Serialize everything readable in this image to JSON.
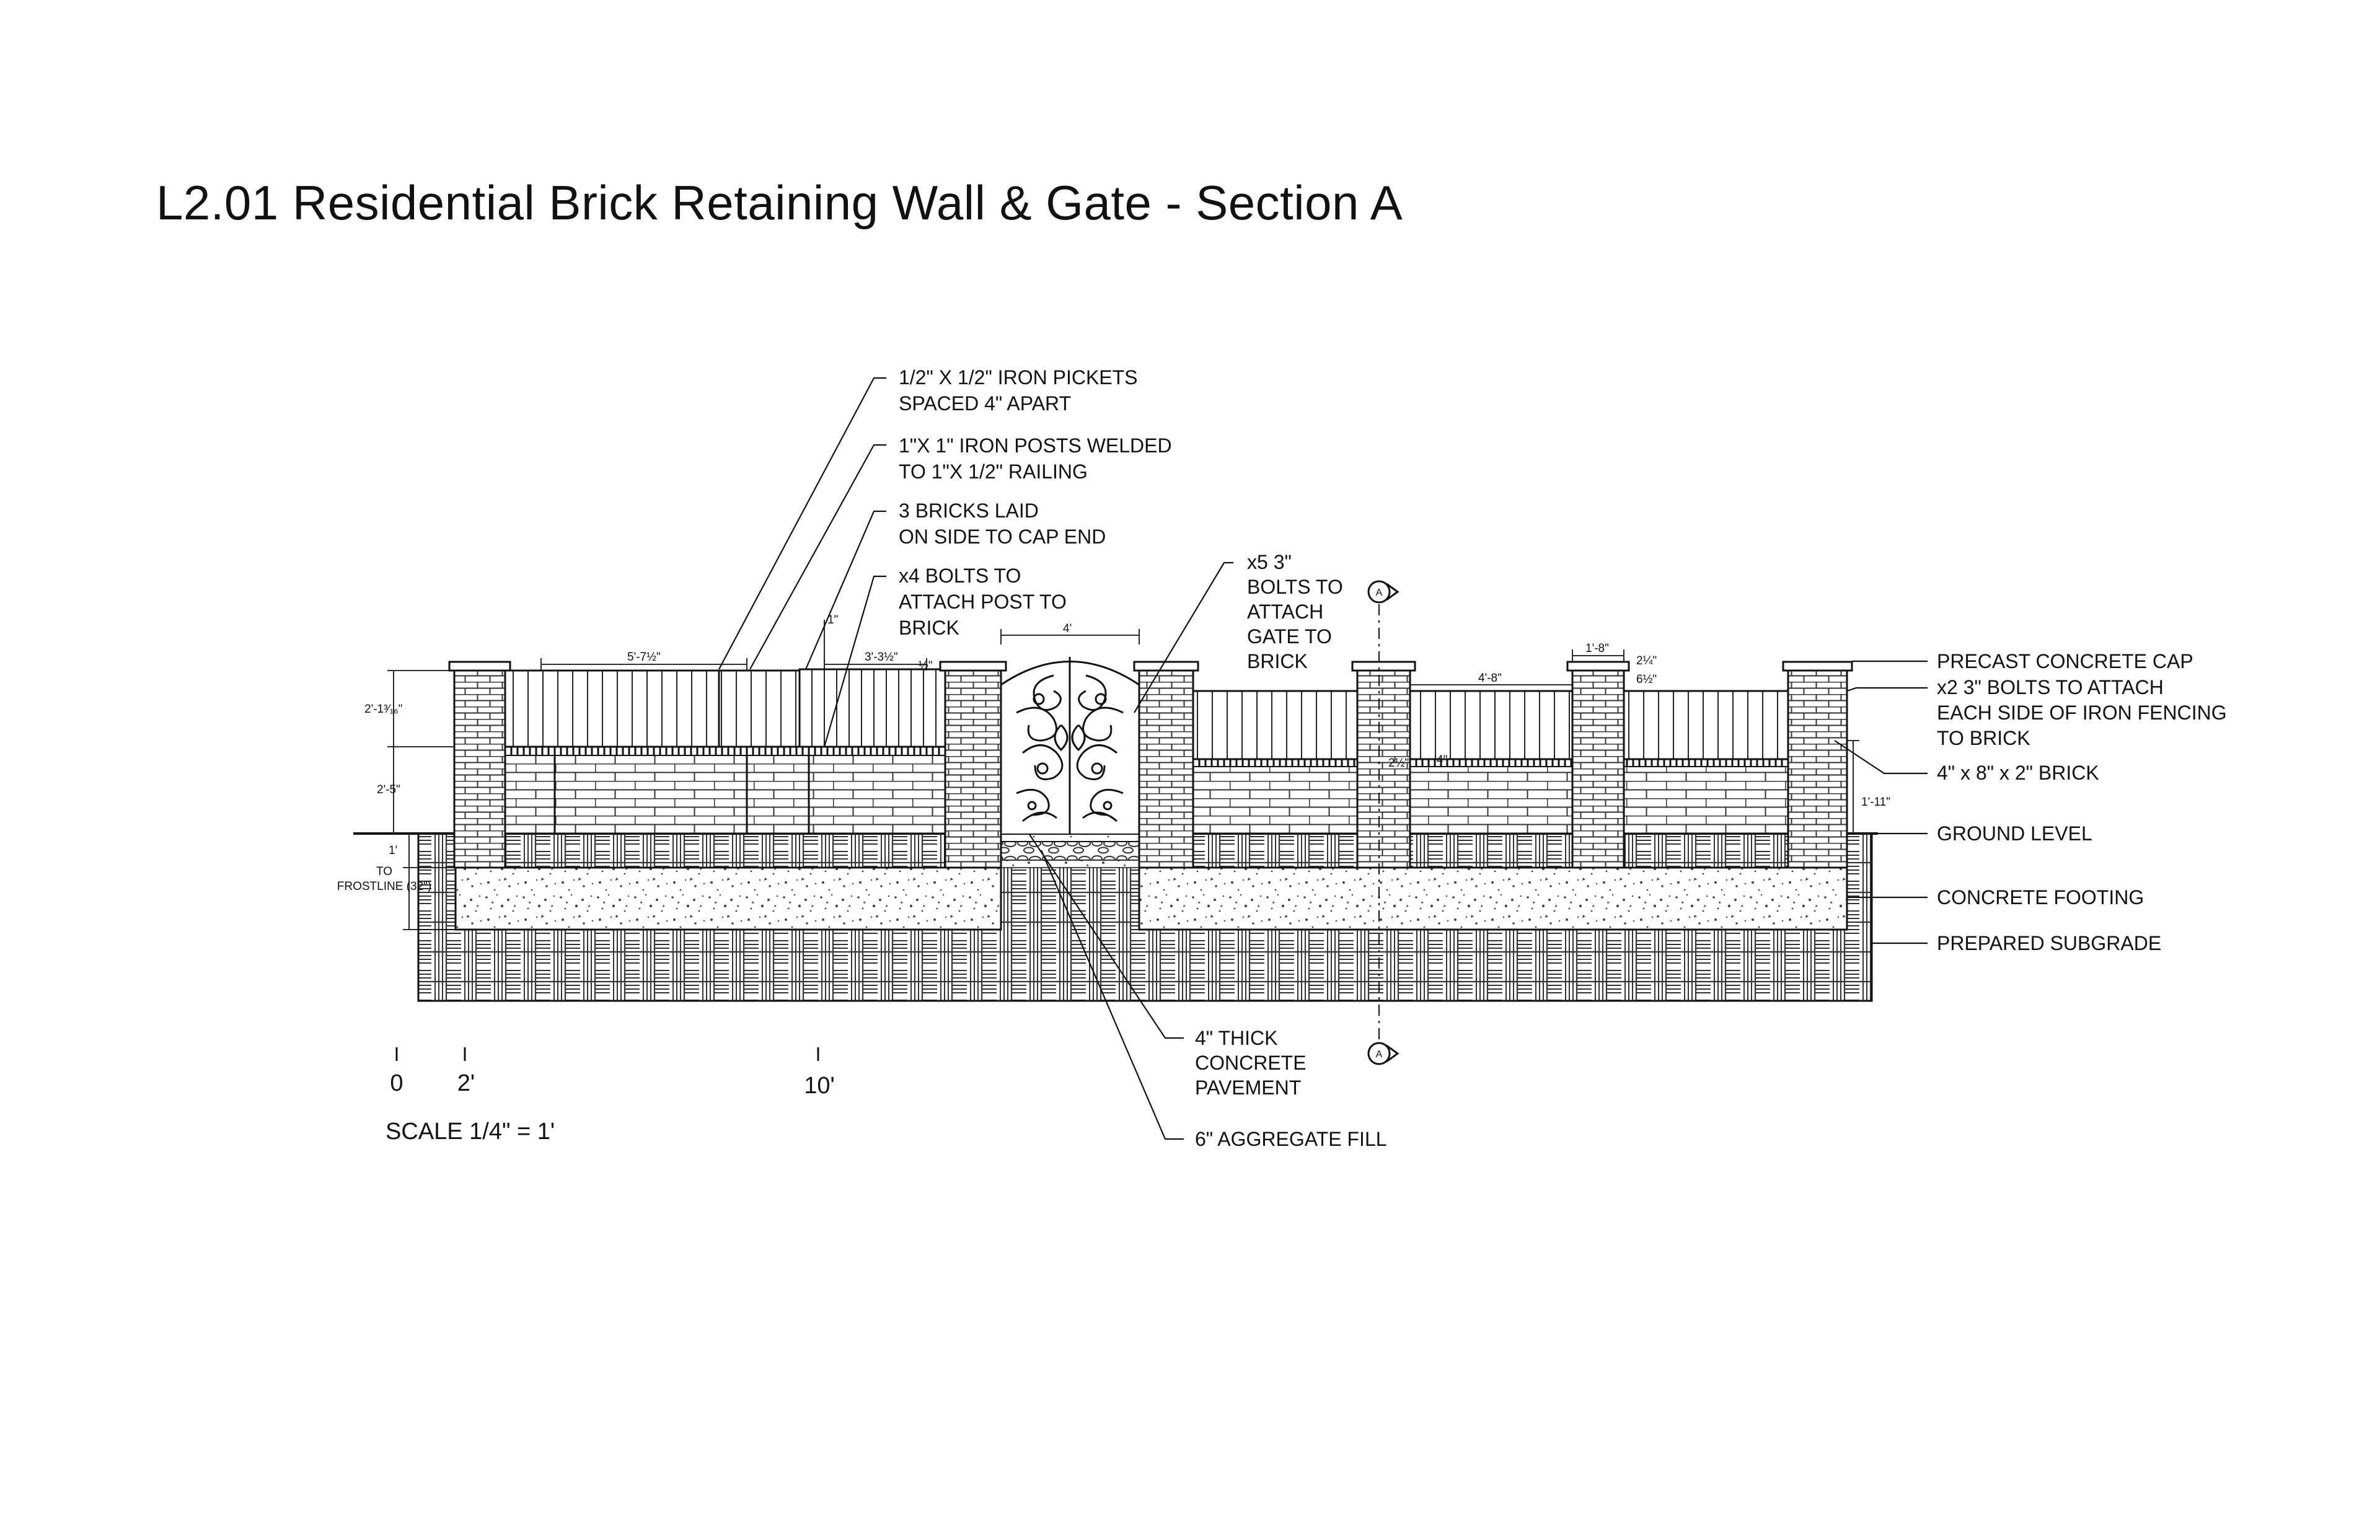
{
  "title": "L2.01 Residential Brick Retaining Wall & Gate - Section A",
  "callouts": {
    "pickets": [
      "1/2\" X 1/2\" IRON PICKETS",
      "SPACED 4\" APART"
    ],
    "posts": [
      "1\"X 1\" IRON POSTS WELDED",
      "TO 1\"X 1/2\" RAILING"
    ],
    "cap_bricks": [
      "3 BRICKS LAID",
      "ON SIDE TO CAP END"
    ],
    "post_bolts": [
      "x4 BOLTS TO",
      "ATTACH POST TO",
      "BRICK"
    ],
    "gate_bolts": [
      "x5 3\"",
      "BOLTS TO",
      "ATTACH",
      "GATE TO",
      "BRICK"
    ],
    "precast_cap": "PRECAST CONCRETE CAP",
    "fence_bolts": [
      "x2 3\" BOLTS TO ATTACH",
      "EACH SIDE OF IRON FENCING",
      "TO BRICK"
    ],
    "brick_size": "4\" x 8\" x 2\" BRICK",
    "ground_level": "GROUND LEVEL",
    "footing": "CONCRETE FOOTING",
    "subgrade": "PREPARED SUBGRADE",
    "pavement": [
      "4\" THICK",
      "CONCRETE",
      "PAVEMENT"
    ],
    "aggregate": "6\" AGGREGATE FILL"
  },
  "dimensions": {
    "fence_height": "2'-1³⁄₁₆\"",
    "wall_height": "2'-5\"",
    "below_grade": "1'",
    "frostline": [
      "TO",
      "FROSTLINE (32\")"
    ],
    "panel_left": "5'-7½\"",
    "panel_short": "3'-3½\"",
    "half_inch": "½\"",
    "one_inch": "1\"",
    "gate_width": "4'",
    "panel_right": "4'-8\"",
    "pier_width": "1'-8\"",
    "cap_thick": "2¼\"",
    "cap_over": "6½\"",
    "rail_gap": "2½\"",
    "rail_w": "4\"",
    "right_wall": "1'-11\""
  },
  "scale": {
    "ticks": [
      "0",
      "2'",
      "10'"
    ],
    "label": "SCALE 1/4\" = 1'"
  },
  "section_marker": "A"
}
